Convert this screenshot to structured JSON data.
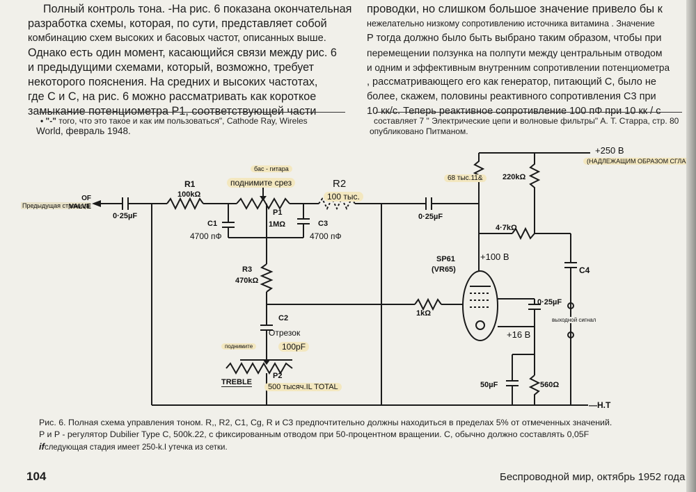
{
  "left_column": [
    "Полный контроль тона. -На рис. 6 показана окончательная",
    "разработка схемы, которая, по сути, представляет собой",
    "комбинацию схем высоких и басовых частот, описанных выше.",
    "Однако есть один момент, касающийся связи между рис. 6",
    "и предыдущими схемами, который, возможно, требует",
    "некоторого пояснения. На средних и высоких частотах,",
    "где C и C, на рис. 6 можно рассматривать как короткое",
    "замыкание потенциометра P1, соответствующей части"
  ],
  "right_column": [
    "проводки, но слишком большое значение привело бы к",
    "нежелательно низкому сопротивлению источника витамина . Значение",
    "P тогда должно было быть выбрано таким образом, чтобы при",
    "перемещении ползунка на полпути между центральным отводом",
    "и одним и эффективным внутренним сопротивлении потенциометра",
    ", рассматривающего его как генератор, питающий C, было не",
    "более, скажем, половины реактивного сопротивления C3 при",
    "10 кк/с. Теперь реактивное сопротивление 100 пФ при 10 кк / с"
  ],
  "footnote_left": {
    "prefix": "• \"-\"",
    "line1": "того, что это такое и как им пользоваться\", Cathode Ray, Wireles",
    "line2": "World, февраль 1948."
  },
  "footnote_right": {
    "line1": "составляет 7 \" Электрические цепи и волновые фильтры\" А. Т. Старра, стр. 80",
    "line2": "опубликовано Питманом."
  },
  "schematic": {
    "plus_250": "+250 В",
    "note_smoothed": "(НАДЛЕЖАЩИМ ОБРАЗОМ СГЛАЖЕННЫЙ)",
    "r_68k": "68 тыс.11&",
    "r_220k": "220kΩ",
    "r_47k": "4·7kΩ",
    "cap_c4": "C4",
    "bass_guitar": "бас - гитара",
    "raise_cut": "поднимите срез",
    "r1": "R1",
    "r1_val": "100kΩ",
    "r2": "R2",
    "r2_val": "100 тыс.",
    "prev_page": "Предыдущая страница",
    "valve_text": "OF VALVE",
    "cap_in": "0·25µF",
    "c1": "C1",
    "c1_val": "4700 пФ",
    "p1": "P1",
    "p1_val": "1MΩ",
    "c3": "C3",
    "c3_val": "4700 пФ",
    "cap_mid": "0·25µF",
    "r3": "R3",
    "r3_val": "470kΩ",
    "tube": "SP61",
    "tube_sub": "(VR65)",
    "plus_100": "+100 В",
    "r_1k": "1kΩ",
    "cap_out": "0·25µF",
    "output": "выходной сигнал",
    "c2": "C2",
    "c2_label": "Отрезок",
    "raise": "поднимите",
    "c2_val": "100pF",
    "plus_16": "+16 В",
    "treble": "TREBLE",
    "p2": "P2",
    "p2_val": "500 тысяч.IL TOTAL",
    "cap_50": "50µF",
    "r_560": "560Ω",
    "ht": "—H.T"
  },
  "caption": [
    "Рис. 6. Полная схема управления тоном. R,, R2, C1, Cg, R и C3 предпочтительно должны находиться в пределах 5% от отмеченных значений.",
    "P и P - регулятор Dubilier Type C, 500k.22, с фиксированным отводом при 50-процентном вращении. C, обычно должно составлять 0,05F",
    "следующая стадия имеет 250-k.I утечка из сетки."
  ],
  "caption_mark": "if",
  "page_number": "104",
  "footer": "Беспроводной мир, октябрь 1952 года"
}
